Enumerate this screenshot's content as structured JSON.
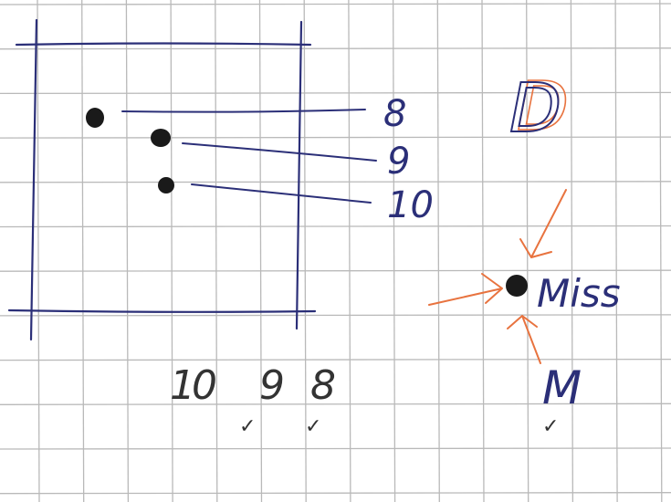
{
  "dot_labels": [
    "8",
    "9",
    "10"
  ],
  "column_labels": [
    "10",
    "9",
    "8"
  ],
  "check_marks": [
    "✓",
    "✓",
    "✓"
  ],
  "corner_letter": "D",
  "miss_label": "Miss",
  "miss_note": "M",
  "colors": {
    "paper": "#ffffff",
    "grid": "#b9b9b9",
    "blue_ink": "#2b2f78",
    "orange_ink": "#e8733f",
    "dot": "#1a1a1a",
    "pencil": "#333333"
  }
}
